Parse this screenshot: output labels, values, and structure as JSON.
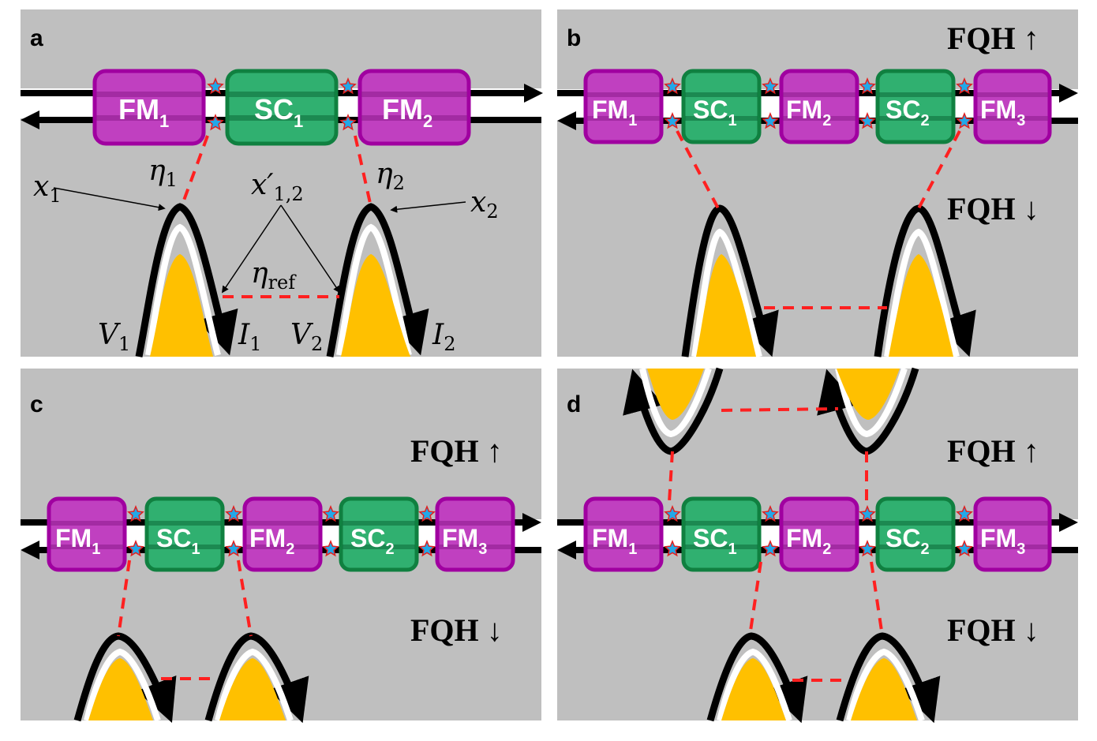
{
  "colors": {
    "background": "#bfbfbf",
    "fm_fill": "#c040c0",
    "fm_border": "#a000a0",
    "sc_fill": "#30b070",
    "sc_border": "#108040",
    "star": "#22a8e8",
    "star_outline": "#e02020",
    "link": "#ff2020",
    "gate": "#ffc000",
    "edge": "#000000"
  },
  "icons": [
    "star-icon",
    "arrow-right-icon",
    "arrow-left-icon"
  ],
  "panels": {
    "a": {
      "label": "a",
      "blocks": [
        {
          "name": "FM",
          "sub": "1"
        },
        {
          "name": "SC",
          "sub": "1"
        },
        {
          "name": "FM",
          "sub": "2"
        }
      ],
      "annotations": {
        "eta1": {
          "base": "η",
          "sub": "1"
        },
        "eta2": {
          "base": "η",
          "sub": "2"
        },
        "x1": {
          "base": "x",
          "sub": "1"
        },
        "x2": {
          "base": "x",
          "sub": "2"
        },
        "x12": {
          "base": "x′",
          "sub": "1,2"
        },
        "eta_ref": {
          "base": "η",
          "sub": "ref"
        },
        "V1": {
          "base": "V",
          "sub": "1"
        },
        "I1": {
          "base": "I",
          "sub": "1"
        },
        "V2": {
          "base": "V",
          "sub": "2"
        },
        "I2": {
          "base": "I",
          "sub": "2"
        }
      }
    },
    "b": {
      "label": "b",
      "fqh_up": "FQH ↑",
      "fqh_down": "FQH ↓",
      "blocks": [
        {
          "name": "FM",
          "sub": "1"
        },
        {
          "name": "SC",
          "sub": "1"
        },
        {
          "name": "FM",
          "sub": "2"
        },
        {
          "name": "SC",
          "sub": "2"
        },
        {
          "name": "FM",
          "sub": "3"
        }
      ]
    },
    "c": {
      "label": "c",
      "fqh_up": "FQH ↑",
      "fqh_down": "FQH ↓",
      "blocks": [
        {
          "name": "FM",
          "sub": "1"
        },
        {
          "name": "SC",
          "sub": "1"
        },
        {
          "name": "FM",
          "sub": "2"
        },
        {
          "name": "SC",
          "sub": "2"
        },
        {
          "name": "FM",
          "sub": "3"
        }
      ]
    },
    "d": {
      "label": "d",
      "fqh_up": "FQH ↑",
      "fqh_down": "FQH ↓",
      "blocks": [
        {
          "name": "FM",
          "sub": "1"
        },
        {
          "name": "SC",
          "sub": "1"
        },
        {
          "name": "FM",
          "sub": "2"
        },
        {
          "name": "SC",
          "sub": "2"
        },
        {
          "name": "FM",
          "sub": "3"
        }
      ]
    }
  }
}
